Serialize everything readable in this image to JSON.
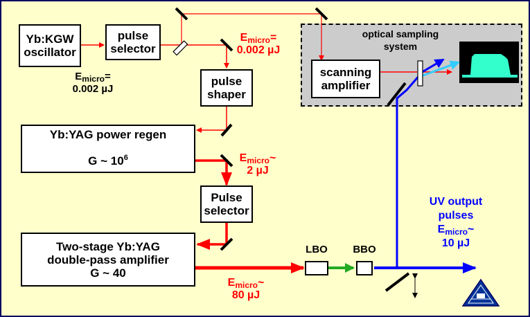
{
  "colors": {
    "background": "#ffffcc",
    "border": "#000060",
    "seed_beam": "#ff0000",
    "amplified_beam": "#ff0000",
    "green_beam": "#22aa22",
    "uv_beam": "#0000ff",
    "cyan_beam": "#33ccff",
    "sampling_panel": "#cccccc",
    "scope_trace": "#33ffcc"
  },
  "boxes": {
    "oscillator": "Yb:KGW\noscillator",
    "pulse_selector_1": "pulse\nselector",
    "pulse_shaper": "pulse\nshaper",
    "scanning_amplifier": "scanning\namplifier",
    "power_regen_line1": "Yb:YAG power regen",
    "power_regen_line2_base": "G ~ 10",
    "power_regen_line2_exp": "6",
    "pulse_selector_2": "Pulse\nselector",
    "two_stage_amp": "Two-stage Yb:YAG\ndouble-pass amplifier\nG ~ 40"
  },
  "crystals": {
    "lbo": "LBO",
    "bbo": "BBO"
  },
  "sampling": {
    "title": "optical sampling\nsystem"
  },
  "energy_labels": {
    "osc_out": {
      "prefix": "E",
      "sub": "micro",
      "suffix": "=",
      "value": "0.002 µJ"
    },
    "selector_out": {
      "prefix": "E",
      "sub": "micro",
      "suffix": "=",
      "value": "0.002 µJ"
    },
    "regen_out": {
      "prefix": "E",
      "sub": "micro",
      "suffix": "~",
      "value": "2 µJ"
    },
    "amp_out": {
      "prefix": "E",
      "sub": "micro",
      "suffix": "~",
      "value": "80 µJ"
    }
  },
  "uv_output": {
    "line1": "UV output",
    "line2": "pulses",
    "prefix": "E",
    "sub": "micro",
    "suffix": "~",
    "value": "10 µJ"
  },
  "icons": {
    "logo": "triangle-logo-icon",
    "mirror": "mirror-icon",
    "beam_splitter": "beam-splitter-icon",
    "oscilloscope": "oscilloscope-trace-icon",
    "translation_arrow": "double-arrow-icon"
  }
}
